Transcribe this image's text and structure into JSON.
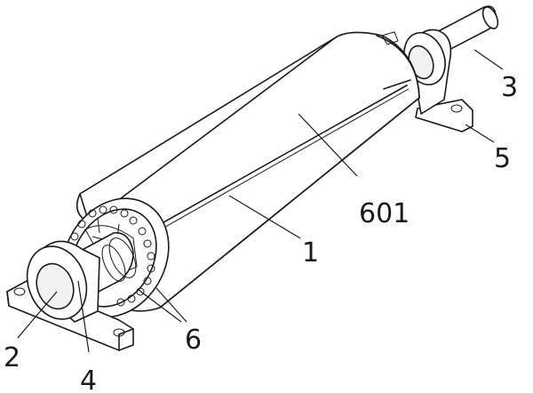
{
  "labels": {
    "shaft_right": "3",
    "bearing_seat_right": "5",
    "drum_body": "601",
    "drum_seam": "1",
    "shaft_left": "2",
    "bearing_seat_left": "4",
    "end_assembly": "6"
  }
}
